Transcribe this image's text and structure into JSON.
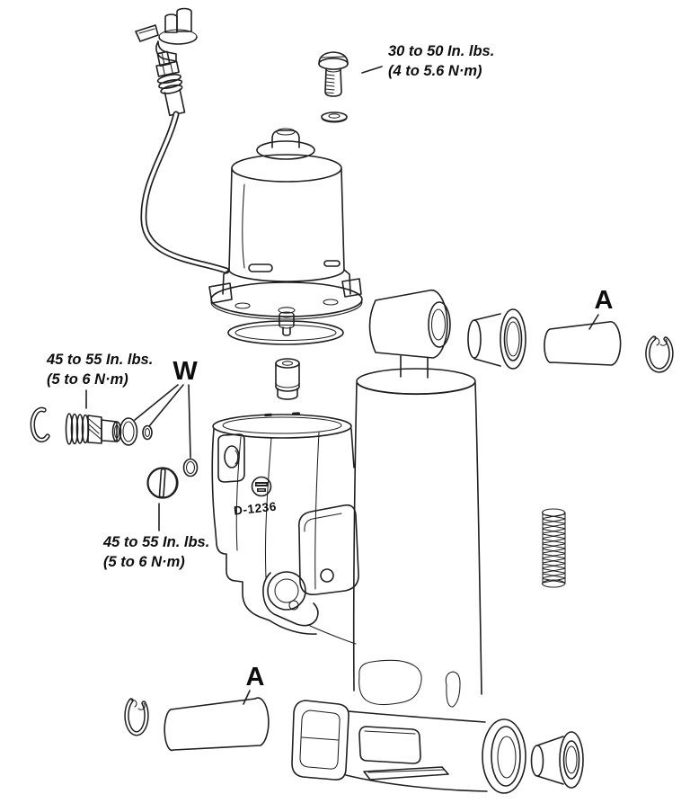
{
  "diagram": {
    "background_color": "#ffffff",
    "line_color": "#1f1f1f",
    "labels": {
      "torque_motor_screw": {
        "line1": "30 to 50 In. lbs.",
        "line2": "(4 to 5.6 N·m)"
      },
      "torque_manual_release_valve": {
        "line1": "45 to 55 In. lbs.",
        "line2": "(5 to 6 N·m)"
      },
      "torque_fill_plug": {
        "line1": "45 to 55 In. lbs.",
        "line2": "(5 to 6 N·m)"
      },
      "w": "W",
      "a_upper": "A",
      "a_lower": "A",
      "part_marking": "D-1236"
    },
    "parts": [
      "electrical-connector",
      "wire-terminal",
      "motor-cable",
      "mounting-screw",
      "washer",
      "electric-motor",
      "motor-o-ring",
      "filter-fitting",
      "reservoir-manifold",
      "manufacturer-logo",
      "manual-release-valve",
      "retaining-ring-left",
      "o-ring-large",
      "o-ring-small",
      "fill-plug",
      "fill-plug-o-ring",
      "tilt-cylinder",
      "rod-eye",
      "flanged-bushing-upper",
      "pivot-pin-upper",
      "retaining-ring-upper-right",
      "valve-spring",
      "retaining-ring-lower-left",
      "pivot-pin-lower",
      "base-tube",
      "flanged-bushing-lower"
    ]
  }
}
